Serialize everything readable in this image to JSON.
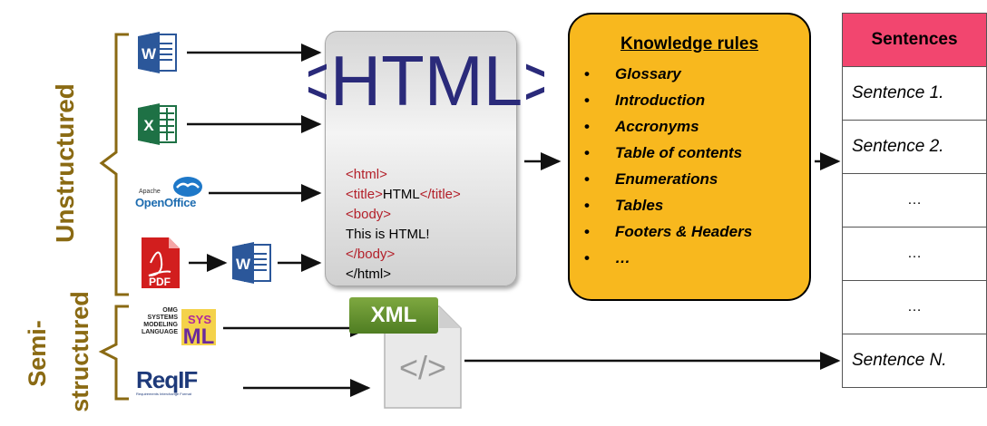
{
  "labels": {
    "unstructured": "Unstructured",
    "semi": "Semi-",
    "structured": "structured"
  },
  "html_box": {
    "big_text": "<HTML>",
    "code": [
      "<html>",
      "<title>",
      "HTML",
      "</title>",
      "<body>",
      "This is HTML!",
      "</body>",
      "</html>"
    ]
  },
  "sources": {
    "openoffice_small": "Apache",
    "openoffice_name": "OpenOffice",
    "pdf": "PDF",
    "sysml_lines": [
      "OMG",
      "SYSTEMS",
      "MODELING",
      "LANGUAGE"
    ],
    "reqif": "ReqIF",
    "reqif_sub": "Requirements Interchange Format"
  },
  "xml_badge": "XML",
  "knowledge_rules": {
    "title": "Knowledge rules",
    "items": [
      "Glossary",
      "Introduction",
      "Accronyms",
      "Table of contents",
      "Enumerations",
      "Tables",
      "Footers & Headers",
      "…"
    ]
  },
  "sentences_table": {
    "header": "Sentences",
    "rows": [
      "Sentence 1.",
      "Sentence 2.",
      "…",
      "…",
      "…",
      "Sentence N."
    ]
  },
  "colors": {
    "brace": "#8a6a13",
    "rules_bg": "#f8b81e",
    "table_header": "#f2466f",
    "html_text": "#1f2d85",
    "html_angle": "#1f2d85",
    "word_blue": "#2b579a",
    "excel_green": "#1e7145",
    "pdf_red": "#d21e1e",
    "xml_green": "#5a8a2a"
  }
}
